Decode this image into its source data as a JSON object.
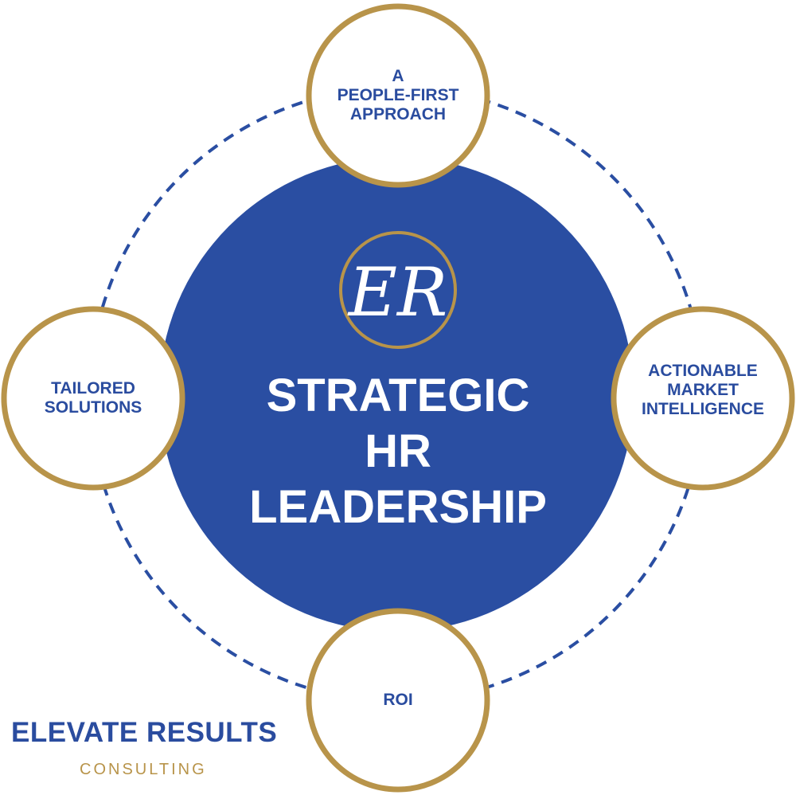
{
  "colors": {
    "primary_blue": "#2a4ea2",
    "gold": "#b8944a",
    "white": "#ffffff"
  },
  "center": {
    "monogram": "ER",
    "title": "STRATEGIC\nHR\nLEADERSHIP"
  },
  "nodes": {
    "top": "A\nPEOPLE-FIRST\nAPPROACH",
    "left": "TAILORED\nSOLUTIONS",
    "right": "ACTIONABLE\nMARKET\nINTELLIGENCE",
    "bottom": "ROI"
  },
  "brand": {
    "name": "ELEVATE RESULTS",
    "sub": "CONSULTING"
  }
}
